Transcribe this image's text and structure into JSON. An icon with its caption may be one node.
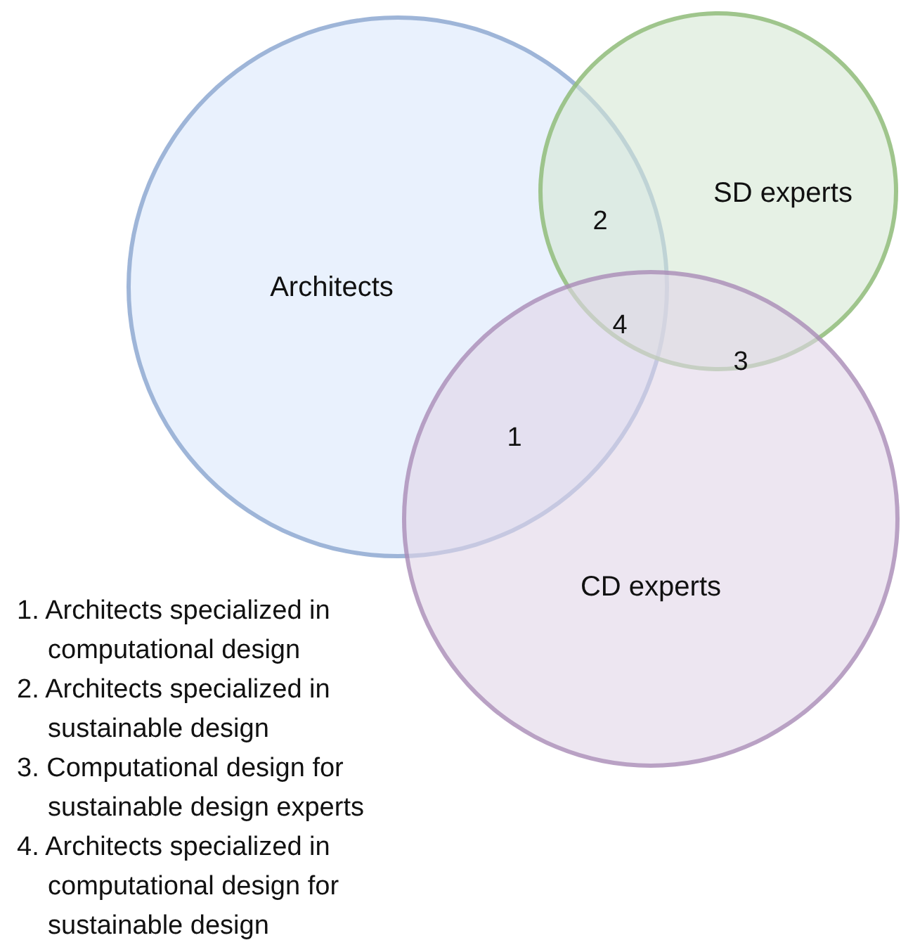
{
  "diagram": {
    "nodes": [
      {
        "text": [
          "Architects"
        ]
      },
      {
        "text": [
          "SD experts"
        ]
      },
      {
        "text": [
          "CD experts"
        ]
      }
    ],
    "edges": [],
    "labels": [
      "2",
      "4",
      "3",
      "1",
      "1. Architects specialized in computational design",
      "2. Architects specialized in sustainable design",
      "3. Computational design for sustainable design experts",
      "4. Architects specialized in computational design for sustainable design"
    ]
  }
}
